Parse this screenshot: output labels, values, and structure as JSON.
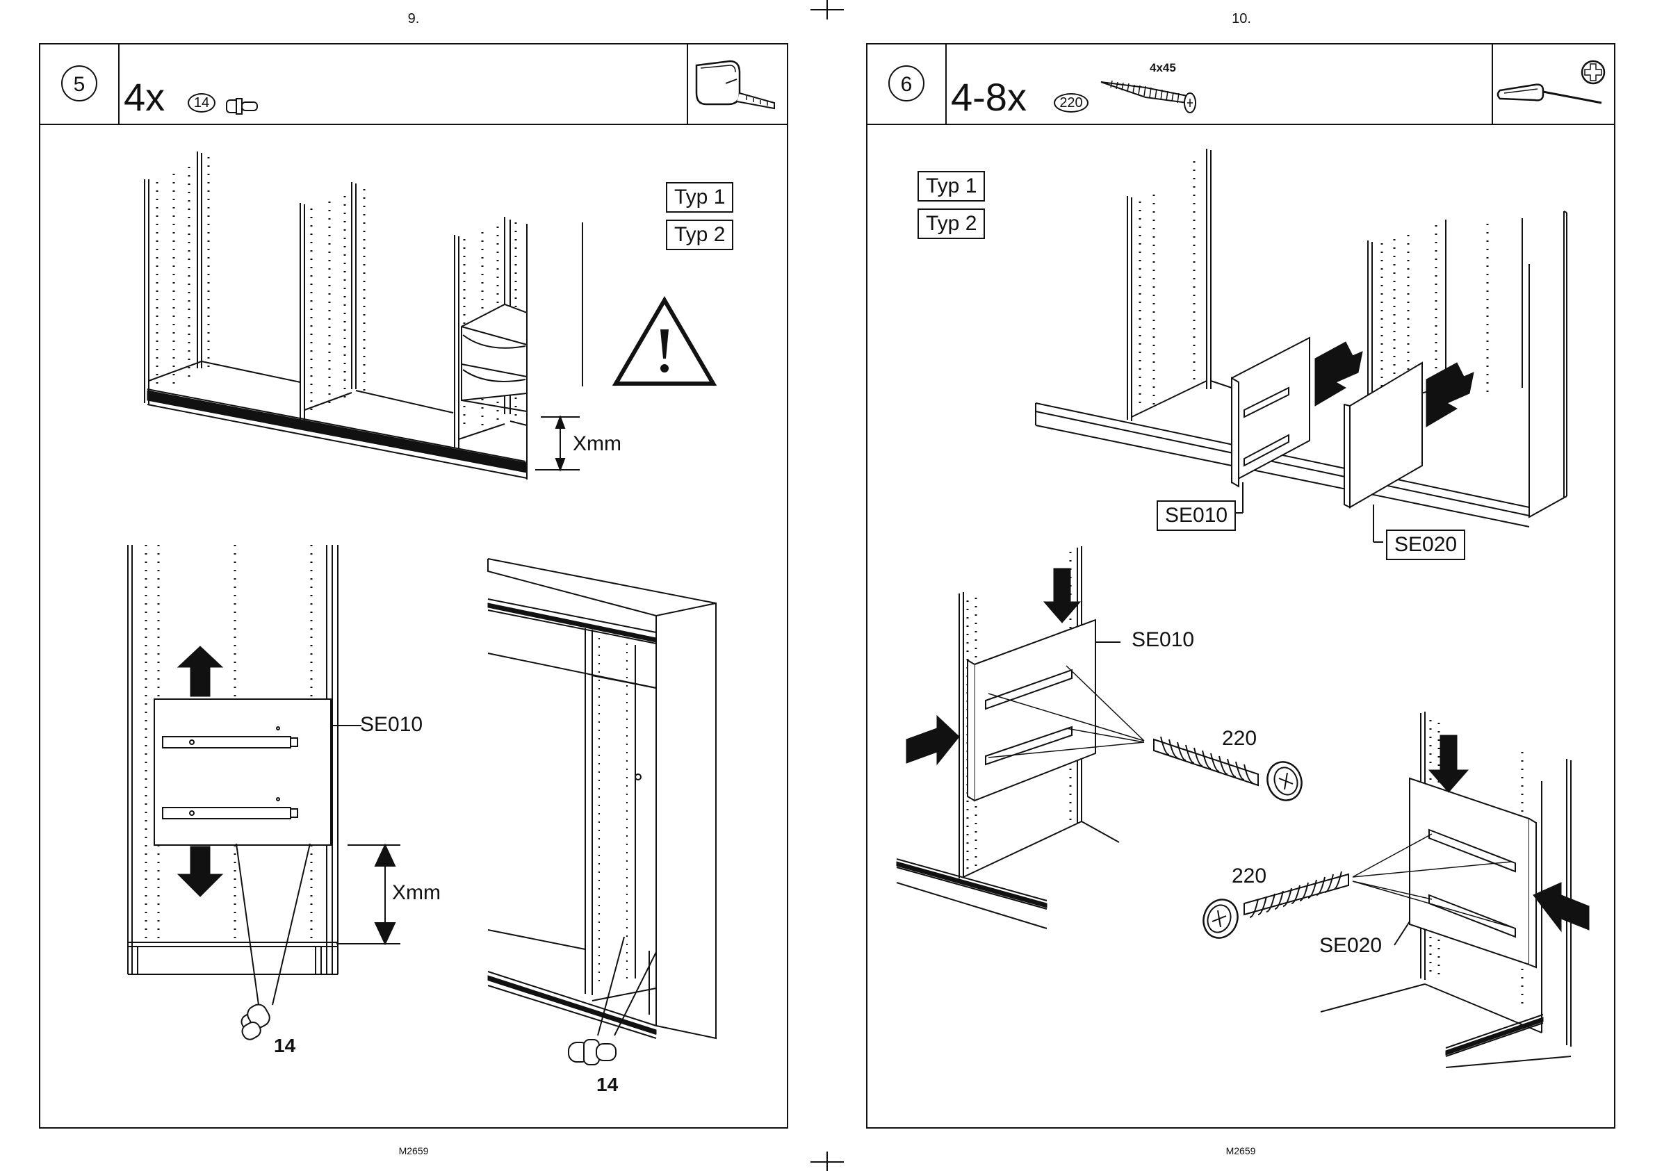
{
  "left_page": {
    "page_number": "9.",
    "footer_code": "M2659",
    "step": "5",
    "quantity": "4x",
    "part_number": "14",
    "type_tags": [
      "Typ 1",
      "Typ 2"
    ],
    "dimension_label": "Xmm",
    "panel_label": "SE010",
    "pin_label": "14"
  },
  "right_page": {
    "page_number": "10.",
    "footer_code": "M2659",
    "step": "6",
    "quantity": "4-8x",
    "part_number": "220",
    "screw_size": "4x45",
    "type_tags": [
      "Typ 1",
      "Typ 2"
    ],
    "panel_labels": [
      "SE010",
      "SE020"
    ],
    "screw_label": "220"
  },
  "icons": {
    "left_tool": "measuring-tape-icon",
    "right_tool": "phillips-screwdriver-icon",
    "warning": "warning-triangle-icon",
    "arrows": "direction-arrow-icon"
  },
  "colors": {
    "ink": "#111111",
    "paper": "#ffffff"
  }
}
